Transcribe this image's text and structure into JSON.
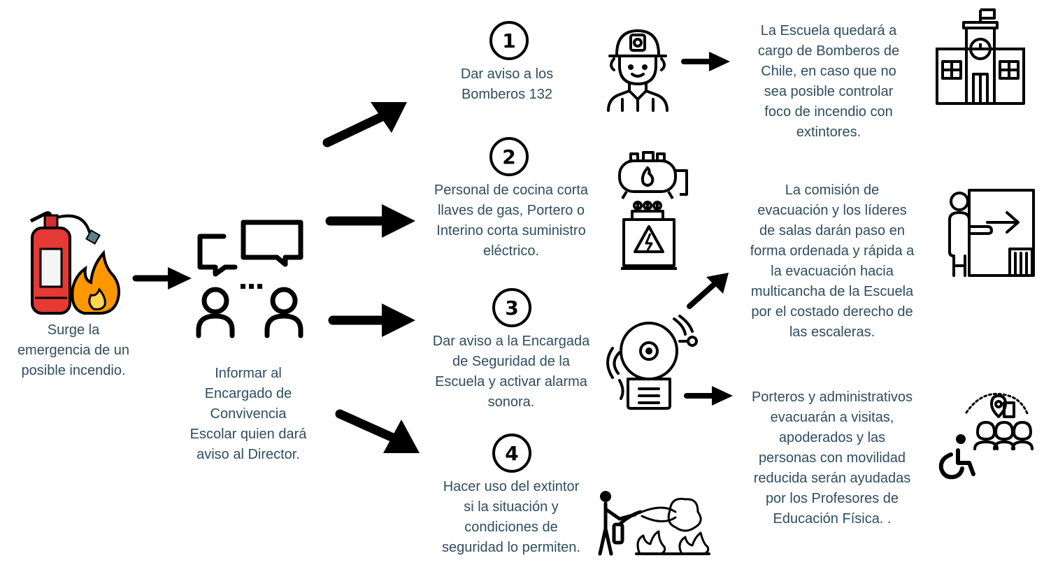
{
  "colors": {
    "arrow": "#000000",
    "text": "#2e4d60",
    "extinguisher": "#e53935",
    "flame": "#ff9800"
  },
  "origin": {
    "label": "Surge la\nemergencia de un\nposible incendio.",
    "icon": "extinguisher-fire-icon"
  },
  "inform": {
    "label": "Informar al\nEncargado de\nConvivencia\nEscolar quien dará\naviso al Director.",
    "icon": "chat-people-icon"
  },
  "steps": [
    {
      "number": "1",
      "label": "Dar aviso a los\nBomberos 132",
      "icon": "firefighter-icon"
    },
    {
      "number": "2",
      "label": "Personal de cocina corta\nllaves de gas, Portero o\nInterino corta suministro\neléctrico.",
      "icon": "gas-electric-icon"
    },
    {
      "number": "3",
      "label": "Dar aviso a la Encargada\nde Seguridad de la\nEscuela y activar alarma\nsonora.",
      "icon": "alarm-bell-icon"
    },
    {
      "number": "4",
      "label": "Hacer uso del extintor\nsi la situación y\ncondiciones de\nseguridad lo permiten.",
      "icon": "extinguisher-use-icon"
    }
  ],
  "outcomes": [
    {
      "label": "La Escuela quedará  a\ncargo de Bomberos de\nChile, en caso que no\nsea posible controlar\nfoco de incendio con\nextintores.",
      "icon": "school-building-icon"
    },
    {
      "label": "La comisión de\nevacuación y los líderes\nde salas darán paso en\nforma ordenada y rápida a\nla evacuación hacia\nmulticancha de la Escuela\npor el costado derecho de\nlas escaleras.",
      "icon": "evacuation-exit-icon"
    },
    {
      "label": "Porteros y administrativos\nevacuarán a visitas,\napoderados y las\npersonas con movilidad\nreducida serán ayudadas\npor los Profesores de\nEducación Física. .",
      "icon": "accessibility-people-icon"
    }
  ]
}
